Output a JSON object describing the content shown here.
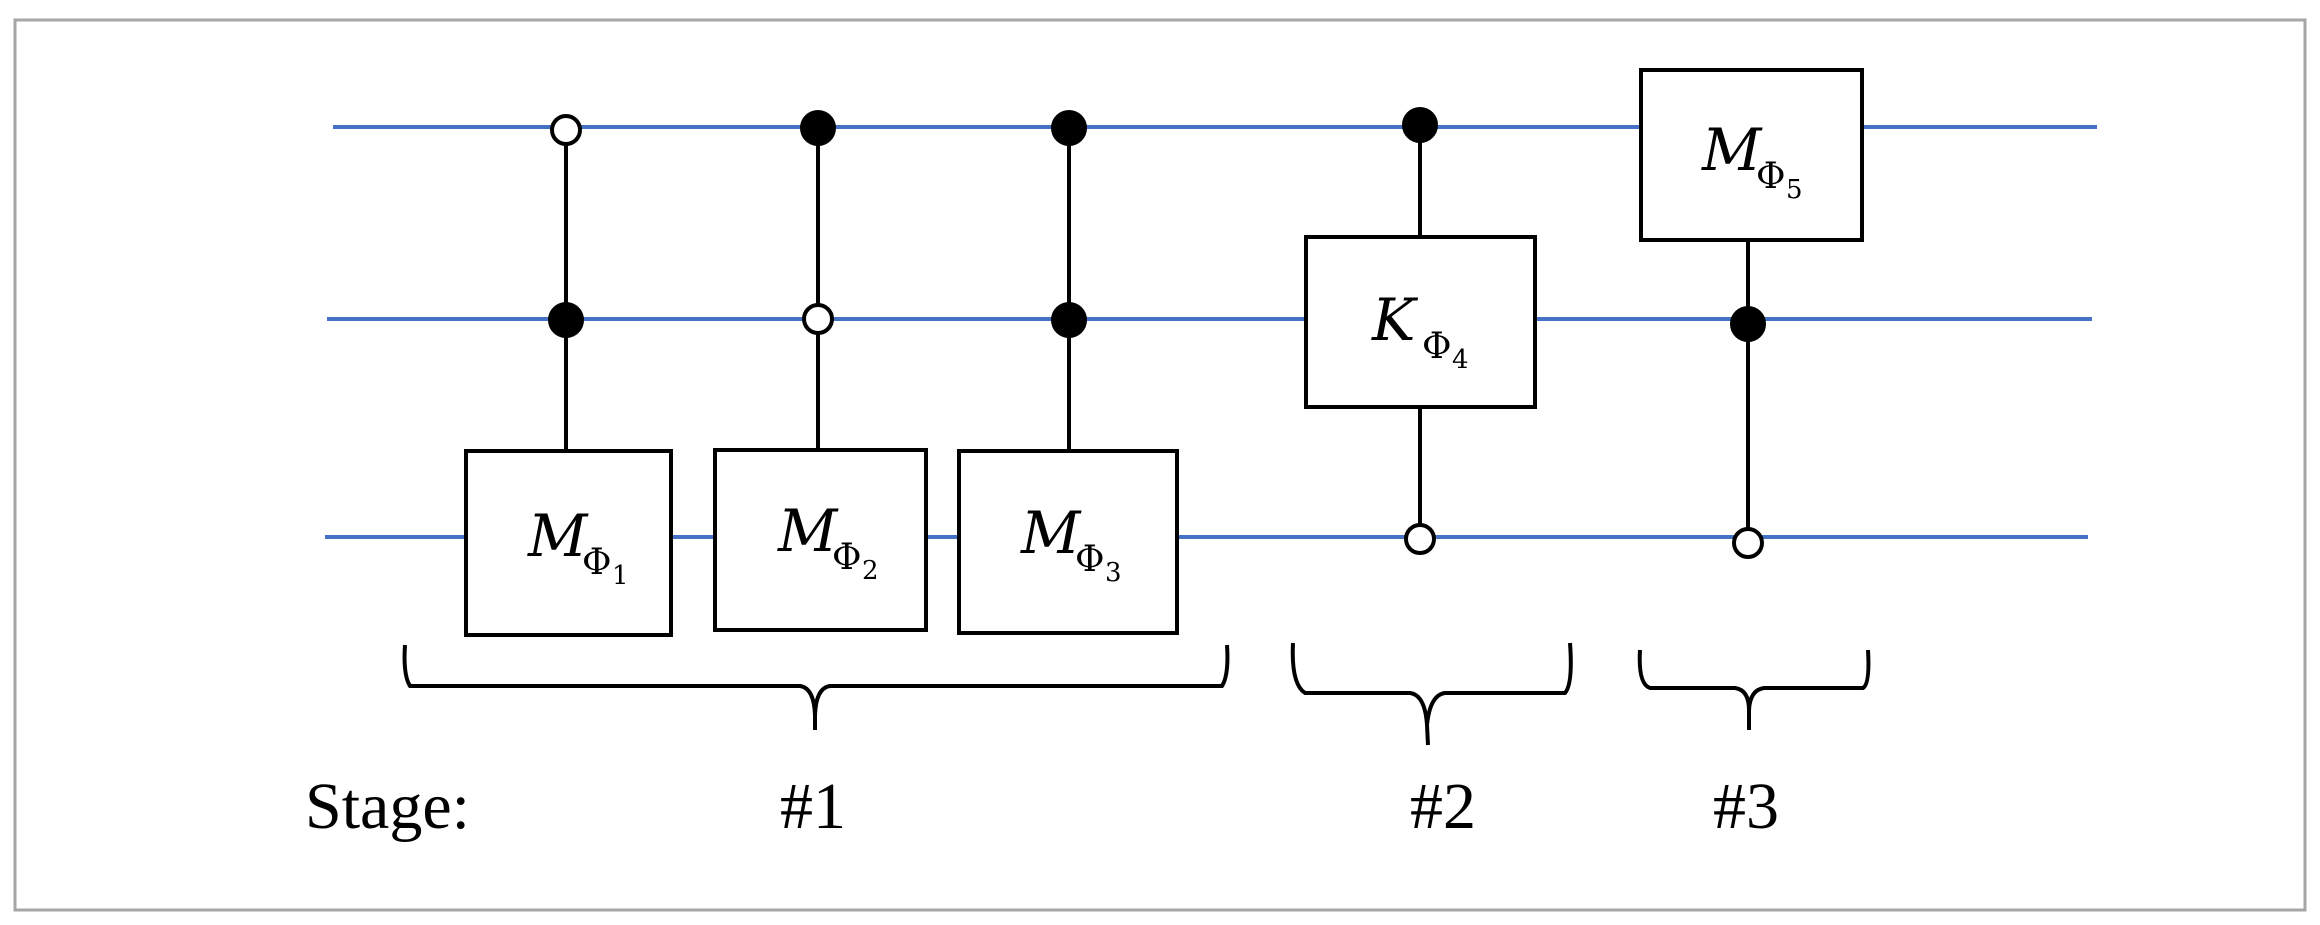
{
  "colors": {
    "wire": "#4472C4",
    "line": "#000000",
    "frame": "#A6A6A6"
  },
  "gates": [
    {
      "id": "g1",
      "kind": "M",
      "label": "M",
      "sub": "Φ",
      "subsub": "1"
    },
    {
      "id": "g2",
      "kind": "M",
      "label": "M",
      "sub": "Φ",
      "subsub": "2"
    },
    {
      "id": "g3",
      "kind": "M",
      "label": "M",
      "sub": "Φ",
      "subsub": "3"
    },
    {
      "id": "g4",
      "kind": "K",
      "label": "K",
      "sub": "Φ",
      "subsub": "4"
    },
    {
      "id": "g5",
      "kind": "M",
      "label": "M",
      "sub": "Φ",
      "subsub": "5"
    }
  ],
  "controls": {
    "g1": [
      "open",
      "filled"
    ],
    "g2": [
      "filled",
      "open"
    ],
    "g3": [
      "filled",
      "filled"
    ],
    "g4": [
      "filled",
      "open"
    ],
    "g5": [
      "filled",
      "open"
    ]
  },
  "stage": {
    "label": "Stage:",
    "items": [
      "#1",
      "#2",
      "#3"
    ]
  }
}
